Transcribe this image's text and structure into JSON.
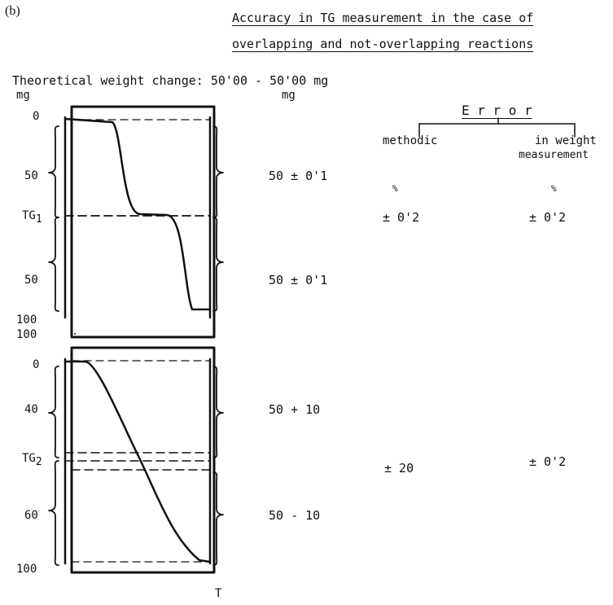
{
  "panel_label": "(b)",
  "title_line1": "Accuracy in TG measurement in the case of",
  "title_line2": "overlapping and not-overlapping reactions",
  "theoretical": "Theoretical weight change: 50'00 - 50'00 mg",
  "units": {
    "left": "mg",
    "middle": "mg"
  },
  "error": {
    "header": "E r r o r",
    "col_methodic": "methodic",
    "col_weight_line1": "in weight",
    "col_weight_line2": "measurement",
    "percent_methodic": "%",
    "percent_weight": "%"
  },
  "top_panel": {
    "axis_labels": [
      "0",
      "50",
      "TG",
      "50",
      "100"
    ],
    "tg_sub": "1",
    "value_1": "50 ± 0'1",
    "value_2": "50 ± 0'1",
    "error_methodic": "± 0'2",
    "error_weight": "± 0'2"
  },
  "between_label": "100",
  "bottom_panel": {
    "axis_labels": [
      "0",
      "40",
      "TG",
      "60",
      "100"
    ],
    "tg_sub": "2",
    "value_1": "50 + 10",
    "value_2": "50 - 10",
    "error_methodic": "± 20",
    "error_weight": "± 0'2"
  },
  "x_axis_label": "T"
}
